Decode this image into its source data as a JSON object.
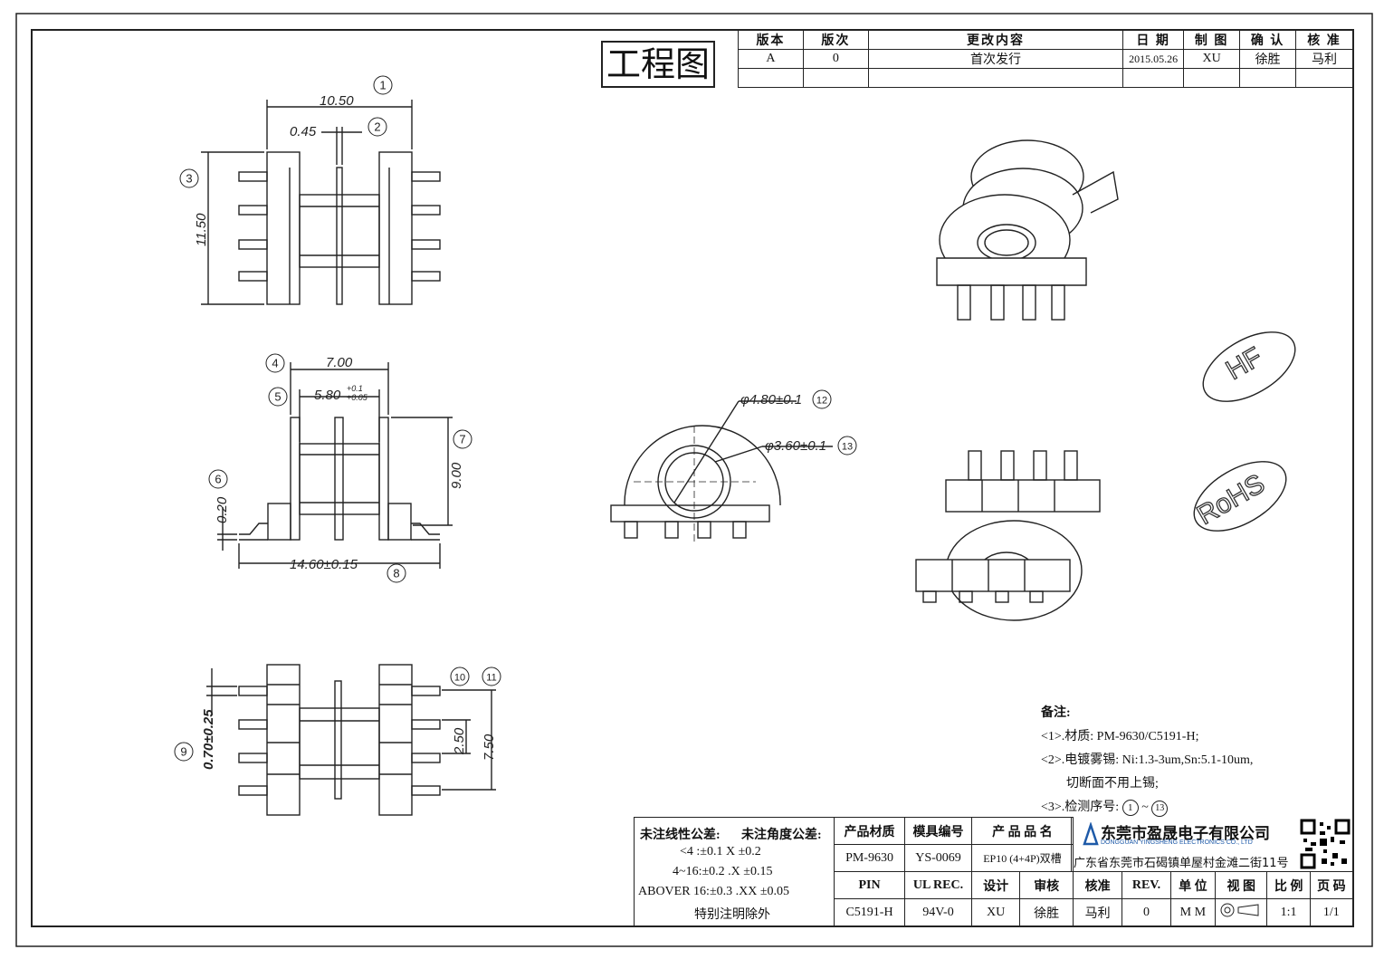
{
  "drawing_title": "工程图",
  "revision_table": {
    "headers": [
      "版本",
      "版次",
      "更改内容",
      "日 期",
      "制 图",
      "确 认",
      "核 准"
    ],
    "rows": [
      [
        "A",
        "0",
        "首次发行",
        "2015.05.26",
        "XU",
        "徐胜",
        "马利"
      ],
      [
        "",
        "",
        "",
        "",
        "",
        "",
        ""
      ]
    ]
  },
  "dimensions": {
    "top_width": "10.50",
    "flange_thk": "0.45",
    "top_height": "11.50",
    "front_width": "7.00",
    "inner_width": "5.80",
    "inner_tol_plus": "+0.1",
    "inner_tol_minus": "+0.05",
    "front_height": "9.00",
    "pin_thk": "0.20",
    "overall_width": "14.60±0.15",
    "side_dia_outer": "φ4.80±0.1",
    "side_dia_inner": "φ3.60±0.1",
    "pin_width": "0.70±0.25",
    "pitch": "2.50",
    "pin_span": "7.50"
  },
  "balloons": [
    "1",
    "2",
    "3",
    "4",
    "5",
    "6",
    "7",
    "8",
    "9",
    "10",
    "11",
    "12",
    "13"
  ],
  "stamps": {
    "hf": "HF",
    "rohs": "RoHS"
  },
  "notes": {
    "title": "备注:",
    "line1": "<1>.材质: PM-9630/C5191-H;",
    "line2": "<2>.电镀雾锡: Ni:1.3-3um,Sn:5.1-10um,",
    "line2b": "切断面不用上锡;",
    "line3_prefix": "<3>.检测序号:",
    "line3_from": "1",
    "line3_sep": "~",
    "line3_to": "13"
  },
  "tolerance": {
    "linear_title": "未注线性公差:",
    "angle_title": "未注角度公差:",
    "r1": "<4 :±0.1  X ±0.2",
    "r2": "4~16:±0.2  .X ±0.15",
    "r3": "ABOVER 16:±0.3  .XX ±0.05",
    "r4": "特别注明除外"
  },
  "title_block": {
    "h_material": "产品材质",
    "h_mold": "模具编号",
    "h_product": "产 品 品 名",
    "material": "PM-9630",
    "mold": "YS-0069",
    "product": "EP10 (4+4P)双槽",
    "h_pin": "PIN",
    "h_ul": "UL REC.",
    "h_design": "设计",
    "h_review": "审核",
    "h_approve": "核准",
    "h_rev": "REV.",
    "h_unit": "单 位",
    "h_view": "视 图",
    "h_scale": "比 例",
    "h_page": "页 码",
    "pin": "C5191-H",
    "ul": "94V-0",
    "design": "XU",
    "review": "徐胜",
    "approve": "马利",
    "rev": "0",
    "unit": "M M",
    "scale": "1:1",
    "page": "1/1"
  },
  "company": {
    "name": "东莞市盈晟电子有限公司",
    "name_en": "DONGGUAN YINGSHENG ELECTRONICS CO., LTD",
    "address": "广东省东莞市石碣镇单屋村金滩二街11号"
  }
}
